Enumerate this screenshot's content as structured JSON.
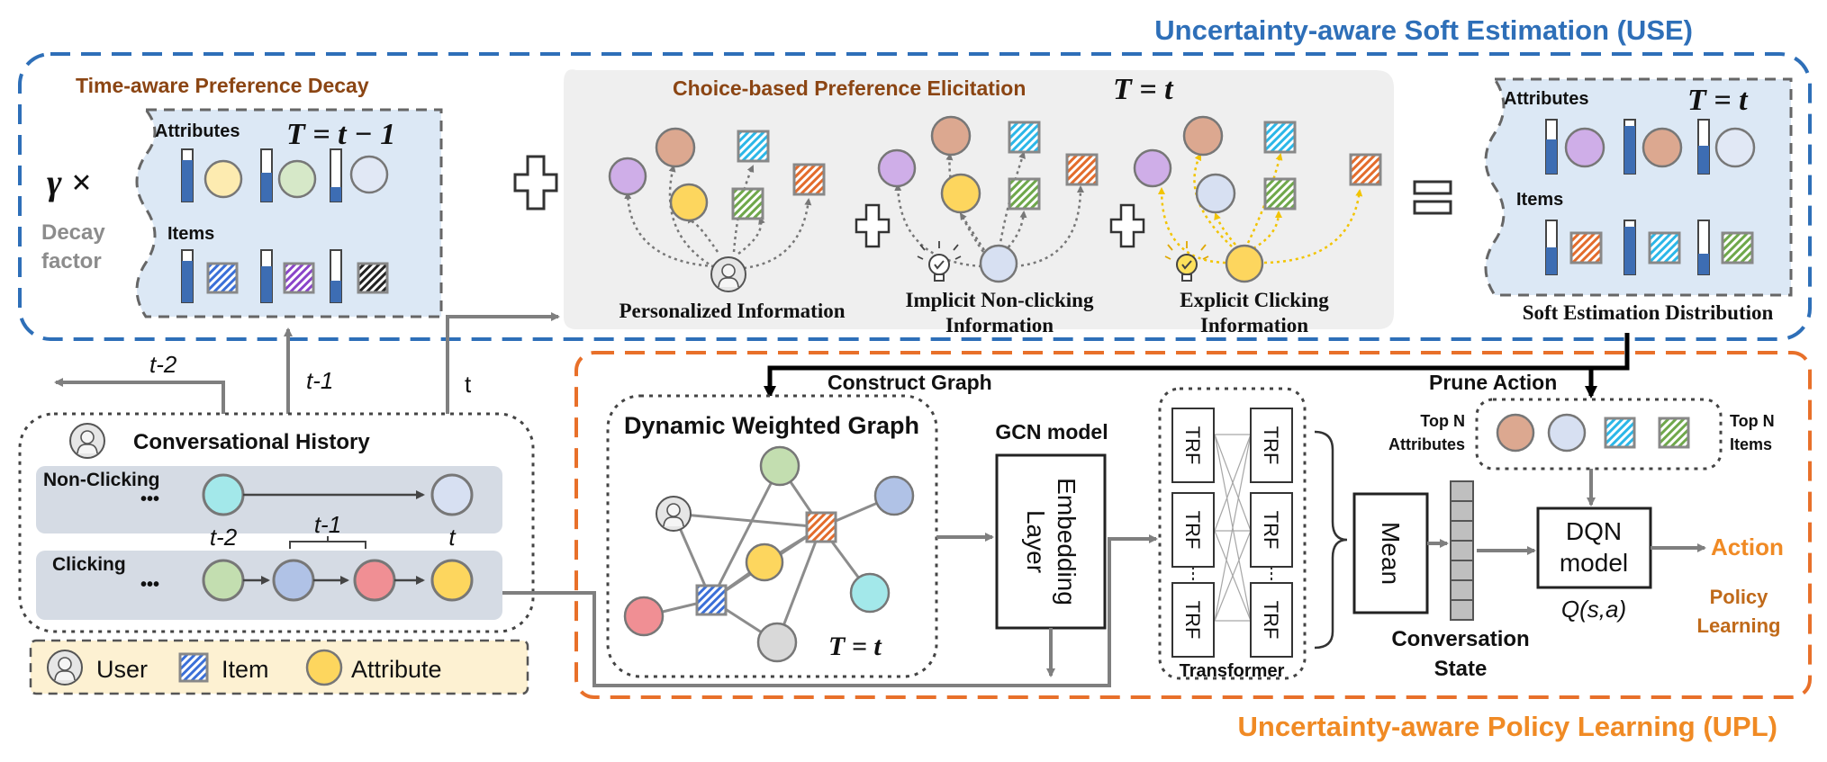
{
  "use": {
    "title": "Uncertainty-aware Soft Estimation (USE)",
    "time_decay": {
      "title": "Time-aware Preference Decay",
      "multiplier": "γ ×",
      "decay_label_1": "Decay",
      "decay_label_2": "factor",
      "attributes_label": "Attributes",
      "items_label": "Items",
      "time_label": "T = t − 1"
    },
    "choice": {
      "title": "Choice-based Preference Elicitation",
      "time_label": "T = t",
      "personalized": "Personalized Information",
      "implicit_1": "Implicit Non-clicking",
      "implicit_2": "Information",
      "explicit_1": "Explicit Clicking",
      "explicit_2": "Information"
    },
    "soft": {
      "attributes_label": "Attributes",
      "items_label": "Items",
      "time_label": "T = t",
      "caption": "Soft Estimation Distribution"
    }
  },
  "history": {
    "title": "Conversational History",
    "non_clicking": "Non-Clicking",
    "clicking": "Clicking",
    "ellipsis": "•••",
    "t_minus_2": "t-2",
    "t_minus_1": "t-1",
    "t": "t",
    "arrow_t2": "t-2",
    "arrow_t1": "t-1",
    "arrow_t": "t"
  },
  "legend": {
    "user": "User",
    "item": "Item",
    "attribute": "Attribute"
  },
  "upl": {
    "title": "Uncertainty-aware Policy Learning (UPL)",
    "construct_graph": "Construct Graph",
    "prune_action": "Prune Action",
    "graph_title": "Dynamic Weighted Graph",
    "graph_time": "T = t",
    "gcn_title": "GCN model",
    "embedding_1": "Embedding",
    "embedding_2": "Layer",
    "trf": "TRF",
    "transformer": "Transformer",
    "mean": "Mean",
    "conversation_1": "Conversation",
    "conversation_2": "State",
    "top_attr_1": "Top N",
    "top_attr_2": "Attributes",
    "top_items_1": "Top N",
    "top_items_2": "Items",
    "dqn_1": "DQN",
    "dqn_2": "model",
    "q_value": "Q(s,a)",
    "action": "Action",
    "policy_1": "Policy",
    "policy_2": "Learning"
  },
  "colors": {
    "use_border": "#2e6fb8",
    "upl_border": "#e8702a",
    "brown_title": "#8b4513",
    "light_blue_panel": "#dce8f5",
    "gray_panel": "#efefef",
    "legend_panel": "#fdf1d2",
    "history_row": "#d5dbe4",
    "attr_yellow": "#fdd65e",
    "attr_purple": "#cfaee8",
    "attr_salmon": "#dca890",
    "attr_green": "#c3deb0",
    "attr_blue": "#b0c2e6",
    "attr_lightblue": "#d7e0f2",
    "attr_cyan": "#a3e8ea",
    "attr_pink": "#f08f94",
    "attr_gray": "#d9d9d9",
    "item_cyan": "#2bb7e8",
    "item_orange": "#e36c2c",
    "item_green": "#6fa84b",
    "item_blue": "#3a6fd8",
    "item_purple": "#8a44c9",
    "item_black": "#222222",
    "action_orange": "#f08a24"
  }
}
